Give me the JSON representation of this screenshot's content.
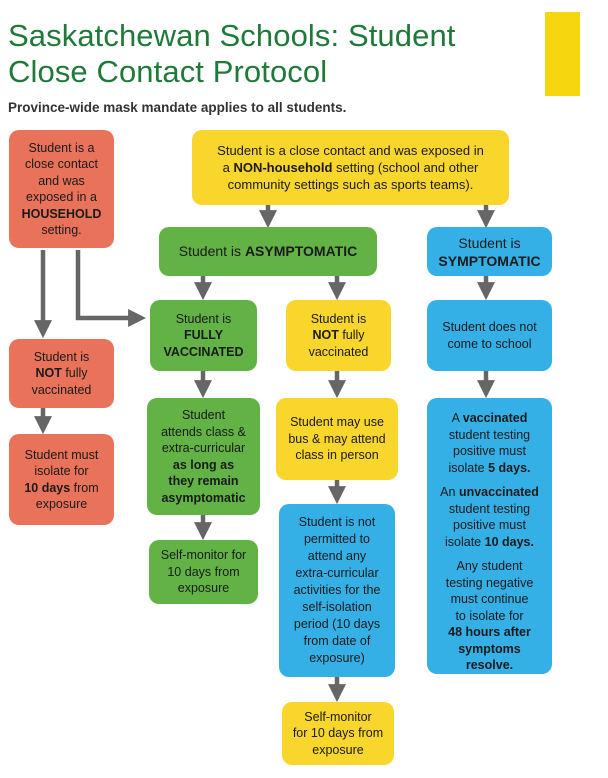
{
  "header": {
    "title_line1": "Saskatchewan Schools: Student",
    "title_line2": "Close Contact Protocol",
    "subtitle": "Province-wide mask mandate applies to all students.",
    "accent_yellow": "#f5d60f",
    "title_color": "#1f7a3a"
  },
  "colors": {
    "red": "#e8735a",
    "yellow": "#f8d62b",
    "green": "#62b245",
    "blue": "#35b0e6",
    "arrow": "#666666"
  },
  "nodes": {
    "household": {
      "lines": [
        "Student is a",
        "close contact",
        "and was",
        "exposed in a"
      ],
      "bold": "HOUSEHOLD",
      "tail": "setting."
    },
    "non_household": {
      "pre": "Student is a close contact and was exposed in",
      "a": "a",
      "bold": "NON-household",
      "post": "setting (school and other",
      "line3": "community settings such as sports teams)."
    },
    "asymptomatic": {
      "pre": "Student is",
      "bold": "ASYMPTOMATIC"
    },
    "symptomatic": {
      "line1": "Student is",
      "bold": "SYMPTOMATIC"
    },
    "not_vacc_left": {
      "line1": "Student is",
      "bold": "NOT",
      "tail": "fully",
      "line3": "vaccinated"
    },
    "fully_vacc": {
      "line1": "Student is",
      "bold1": "FULLY",
      "bold2": "VACCINATED"
    },
    "not_vacc_mid": {
      "line1": "Student is",
      "bold": "NOT",
      "tail": "fully",
      "line3": "vaccinated"
    },
    "no_school": {
      "line1": "Student does not",
      "line2": "come to school"
    },
    "isolate10": {
      "line1": "Student must",
      "line2": "isolate for",
      "bold": "10 days",
      "tail": "from",
      "line4": "exposure"
    },
    "attends": {
      "line1": "Student",
      "line2": "attends class &",
      "line3": "extra-curricular",
      "bold1": "as long as",
      "bold2": "they remain",
      "bold3": "asymptomatic"
    },
    "bus": {
      "line1": "Student may use",
      "line2": "bus & may attend",
      "line3": "class in person"
    },
    "not_permitted": {
      "lines": [
        "Student is not",
        "permitted to",
        "attend any",
        "extra-curricular",
        "activities for the",
        "self-isolation",
        "period (10 days",
        "from date of",
        "exposure)"
      ]
    },
    "selfmon_green": {
      "line1": "Self-monitor for",
      "line2": "10 days from",
      "line3": "exposure"
    },
    "selfmon_yellow": {
      "line1": "Self-monitor",
      "line2": "for 10 days from",
      "line3": "exposure"
    },
    "testing": {
      "p1_a": "A",
      "p1_bold": "vaccinated",
      "p1_l2": "student testing",
      "p1_l3": "positive must",
      "p1_l4": "isolate",
      "p1_bold2": "5 days.",
      "p2_a": "An",
      "p2_bold": "unvaccinated",
      "p2_l2": "student testing",
      "p2_l3": "positive must",
      "p2_l4": "isolate",
      "p2_bold2": "10 days.",
      "p3_l1": "Any student",
      "p3_l2": "testing negative",
      "p3_l3": "must continue",
      "p3_l4": "to isolate for",
      "p3_bold1": "48 hours after",
      "p3_bold2": "symptoms",
      "p3_bold3": "resolve."
    }
  }
}
